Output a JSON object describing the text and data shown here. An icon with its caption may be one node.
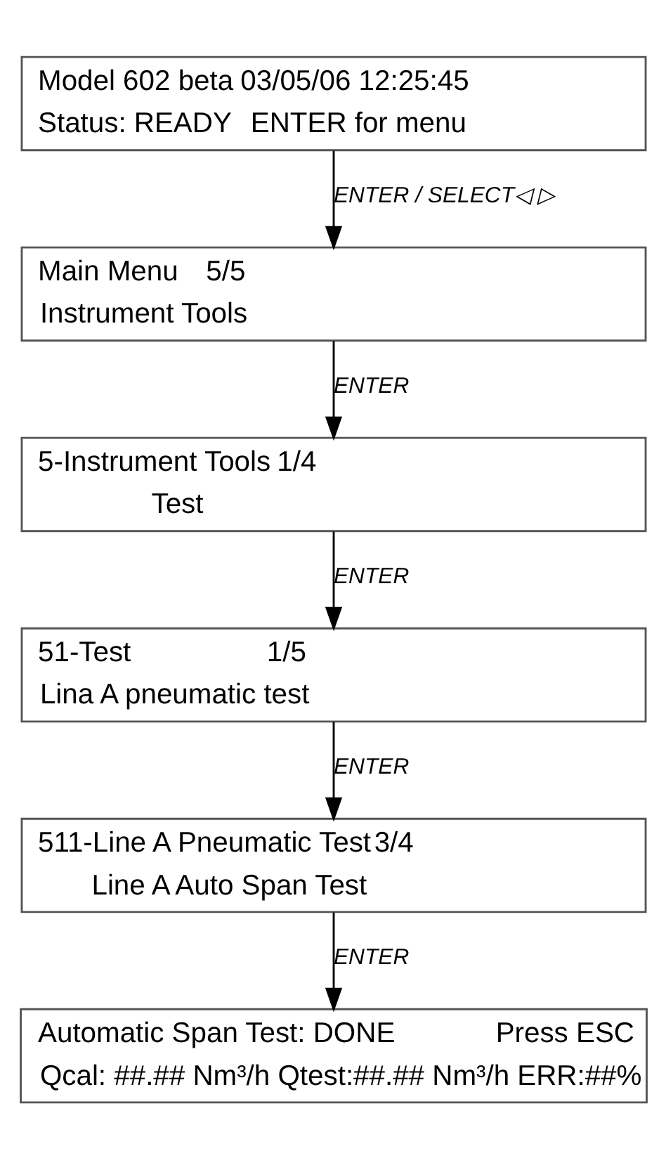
{
  "diagram": {
    "nodes": [
      {
        "text": [
          "Model 602 beta",
          "03/05/06 12:25:45",
          "Status: READY",
          "ENTER for menu"
        ]
      },
      {
        "text": [
          "Main Menu",
          "5/5",
          "Instrument Tools"
        ]
      },
      {
        "text": [
          "5-Instrument Tools",
          "1/4",
          "Test"
        ]
      },
      {
        "text": [
          "51-Test",
          "1/5",
          "Lina A pneumatic test"
        ]
      },
      {
        "text": [
          "511-Line A Pneumatic Test",
          "3/4",
          "Line A Auto Span Test"
        ]
      },
      {
        "text": [
          "Automatic Span Test: DONE",
          "Press ESC",
          "Qcal: ##.## Nm³/h Qtest:##.## Nm³/h ERR:##%"
        ]
      }
    ],
    "edges": [
      {
        "from": 0,
        "to": 1,
        "arrow": "to",
        "label": "ENTER / SELECT◁ ▷"
      },
      {
        "from": 1,
        "to": 2,
        "arrow": "to",
        "label": "ENTER"
      },
      {
        "from": 2,
        "to": 3,
        "arrow": "to",
        "label": "ENTER"
      },
      {
        "from": 3,
        "to": 4,
        "arrow": "to",
        "label": "ENTER"
      },
      {
        "from": 4,
        "to": 5,
        "arrow": "to",
        "label": "ENTER"
      }
    ]
  }
}
